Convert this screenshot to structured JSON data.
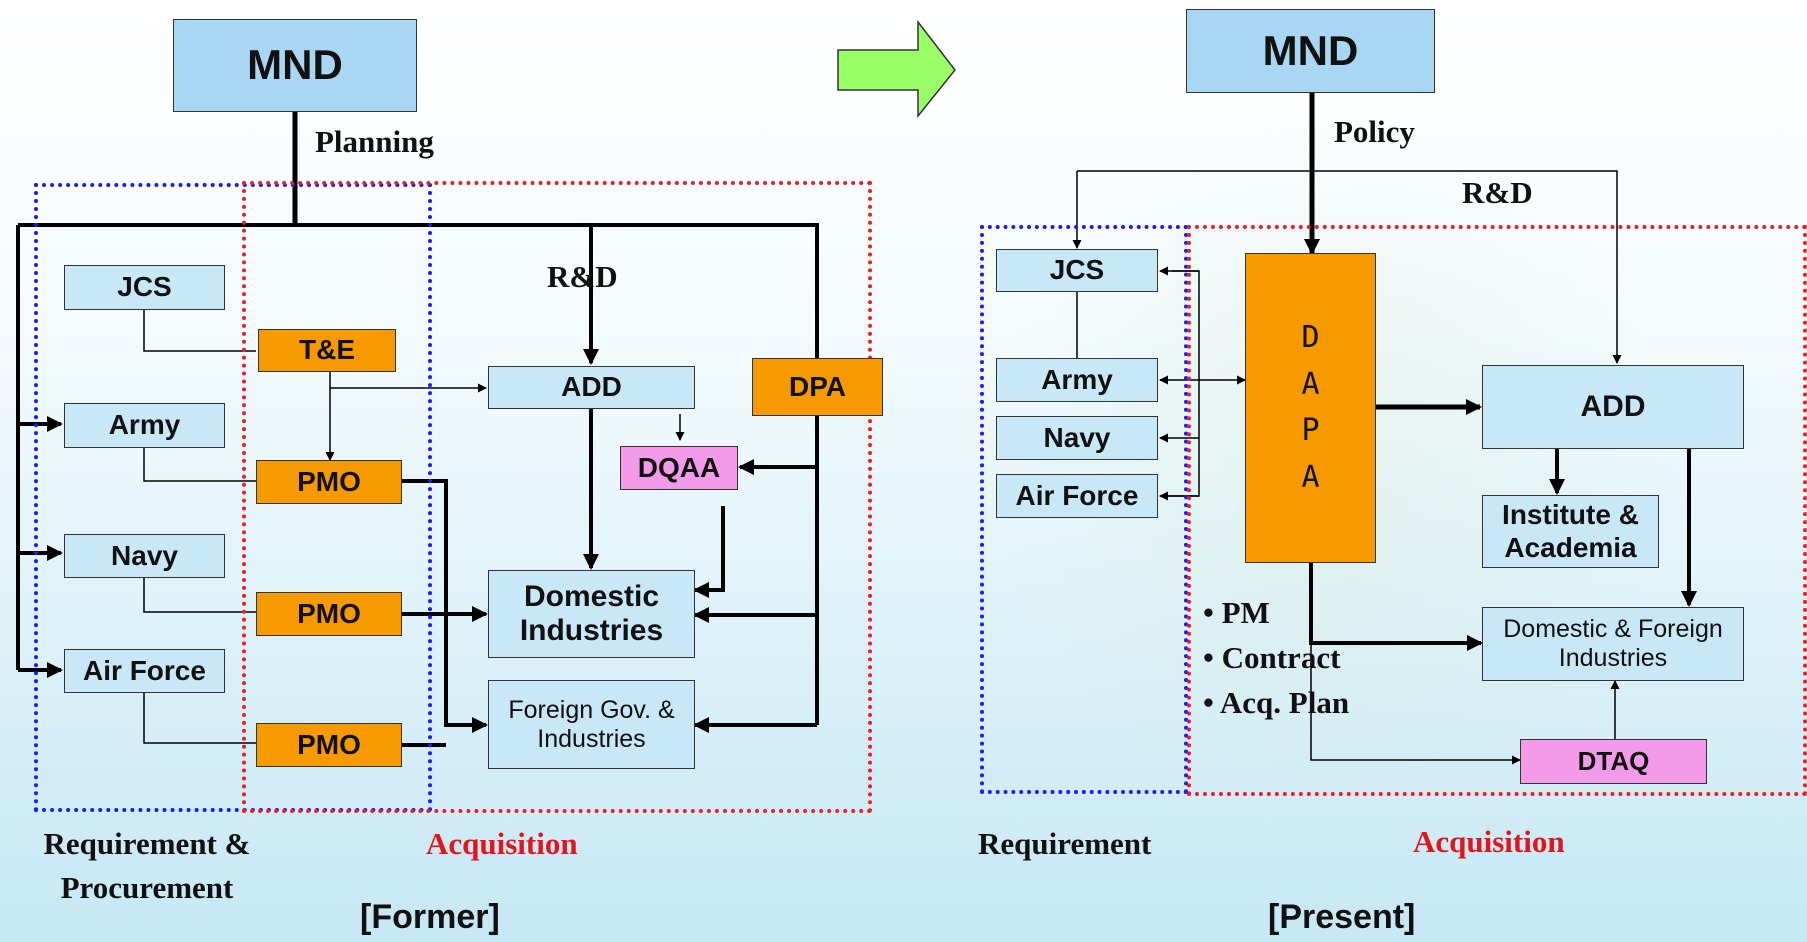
{
  "former": {
    "mnd": "MND",
    "planning": "Planning",
    "rd": "R&D",
    "jcs": "JCS",
    "army": "Army",
    "navy": "Navy",
    "air_force": "Air Force",
    "te": "T&E",
    "pmo": "PMO",
    "add": "ADD",
    "dpa": "DPA",
    "dqaa": "DQAA",
    "domestic_industries": "Domestic Industries",
    "foreign_gov": "Foreign Gov. & Industries",
    "requirement_procurement": "Requirement & Procurement",
    "acquisition": "Acquisition",
    "caption": "[Former]"
  },
  "present": {
    "mnd": "MND",
    "policy": "Policy",
    "rd": "R&D",
    "jcs": "JCS",
    "army": "Army",
    "navy": "Navy",
    "air_force": "Air Force",
    "dapa_letters": [
      "D",
      "A",
      "P",
      "A"
    ],
    "add": "ADD",
    "institute": "Institute & Academia",
    "domestic_foreign": "Domestic & Foreign Industries",
    "dtaq": "DTAQ",
    "bullets": [
      "• PM",
      "• Contract",
      "• Acq. Plan"
    ],
    "requirement": "Requirement",
    "acquisition": "Acquisition",
    "caption": "[Present]"
  },
  "colors": {
    "requirement_border": "#1a1aff",
    "acquisition_border": "#ee1c24",
    "box_light_blue": "#c9e8f7",
    "box_orange": "#f79a00",
    "box_pink": "#f39be9",
    "arrow_green": "#99ff66"
  }
}
